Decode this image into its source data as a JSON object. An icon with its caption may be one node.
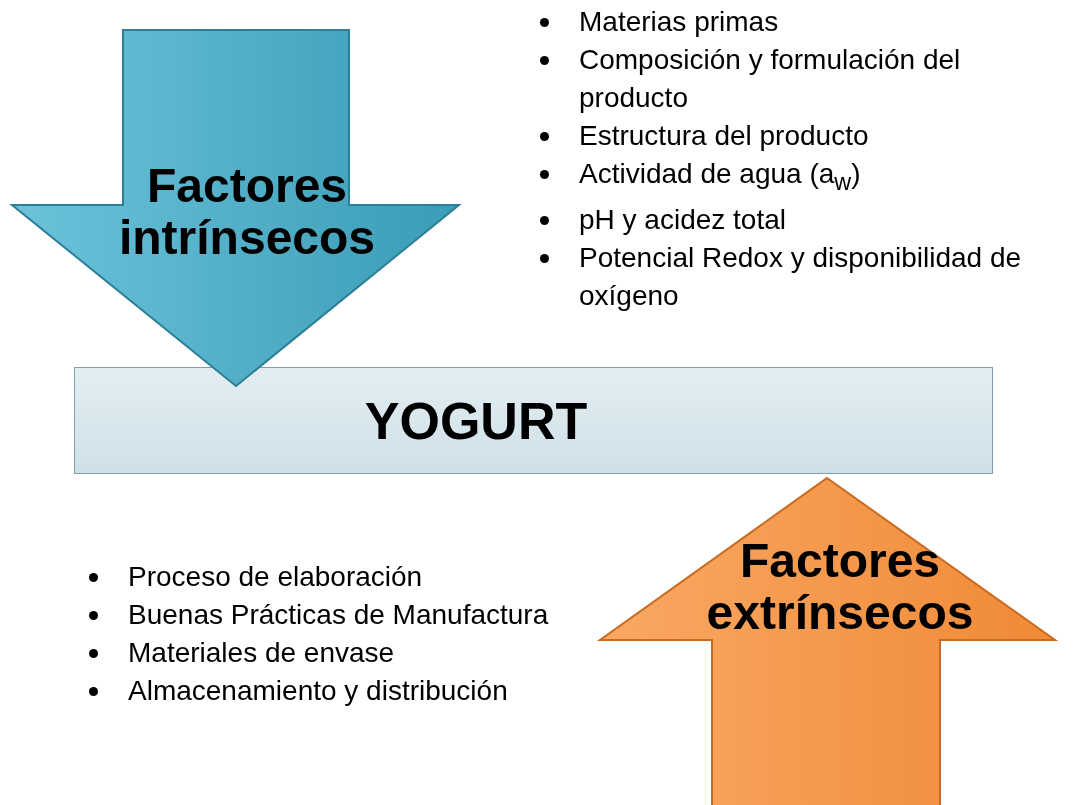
{
  "diagram": {
    "nodes": [
      {
        "text": [
          "Factores intrínsecos"
        ]
      },
      {
        "text": [
          "YOGURT"
        ]
      },
      {
        "text": [
          "Factores extrínsecos"
        ]
      }
    ],
    "labels": [
      "Materias primas",
      "Composición y formulación del producto",
      "Estructura del producto",
      "Actividad de agua (a$_{w}$)",
      "pH y acidez total",
      "Potencial Redox y disponibilidad de oxígeno",
      "Proceso de elaboración",
      "Buenas Prácticas de Manufactura",
      "Materiales de envase",
      "Almacenamiento y distribución"
    ]
  }
}
